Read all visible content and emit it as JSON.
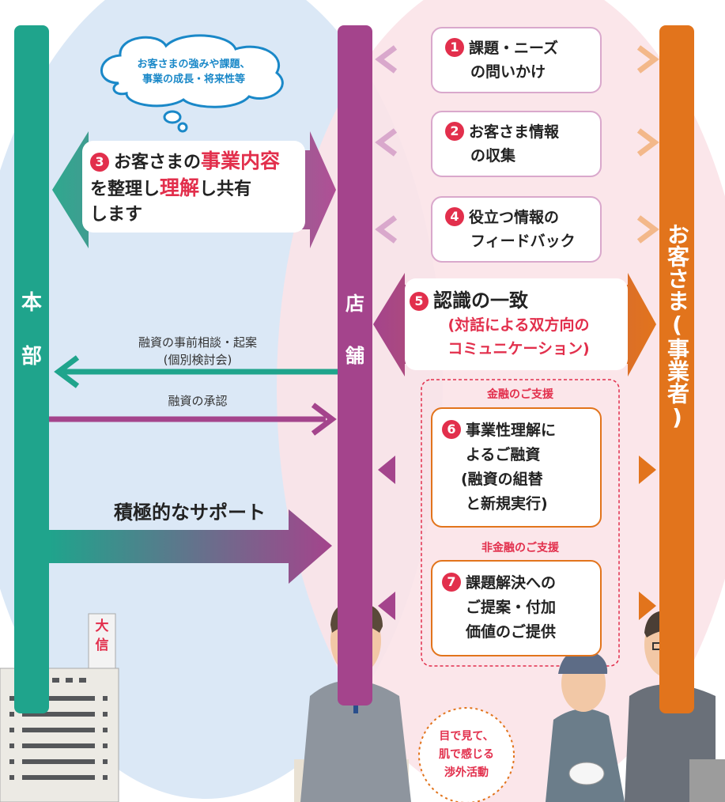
{
  "colors": {
    "honbu": "#1fa48c",
    "tenpo": "#a4448c",
    "customer": "#e2741c",
    "accent": "#e22f4c",
    "bubble": "#1a88c8"
  },
  "columns": {
    "honbu_chars": [
      "本",
      "部"
    ],
    "tenpo_chars": [
      "店",
      "舗"
    ],
    "customer": "お客さま(事業者)"
  },
  "bubble": {
    "line1": "お客さまの強みや課題、",
    "line2": "事業の成長・将来性等"
  },
  "step3": {
    "num": "3",
    "a": "お客さまの",
    "b": "事業内容",
    "c": "を整理し",
    "d": "理解",
    "e": "し共有",
    "f": "します"
  },
  "step1": {
    "num": "1",
    "line1": "課題・ニーズ",
    "line2": "の問いかけ"
  },
  "step2": {
    "num": "2",
    "line1": "お客さま情報",
    "line2": "の収集"
  },
  "step4": {
    "num": "4",
    "line1": "役立つ情報の",
    "line2": "フィードバック"
  },
  "step5": {
    "num": "5",
    "title": "認識の一致",
    "line1": "(対話による双方向の",
    "line2": "コミュニケーション)"
  },
  "consult": {
    "line1": "融資の事前相談・起案",
    "line2": "(個別検討会)"
  },
  "approval": "融資の承認",
  "support": "積極的なサポート",
  "finance_label": "金融のご支援",
  "nonfinance_label": "非金融のご支援",
  "step6": {
    "num": "6",
    "line1": "事業性理解に",
    "line2": "よるご融資",
    "line3": "(融資の組替",
    "line4": "と新規実行)"
  },
  "step7": {
    "num": "7",
    "line1": "課題解決への",
    "line2": "ご提案・付加",
    "line3": "価値のご提供"
  },
  "building_sign": [
    "大",
    "信"
  ],
  "field": {
    "line1": "目で見て、",
    "line2": "肌で感じる",
    "line3": "渉外活動"
  }
}
